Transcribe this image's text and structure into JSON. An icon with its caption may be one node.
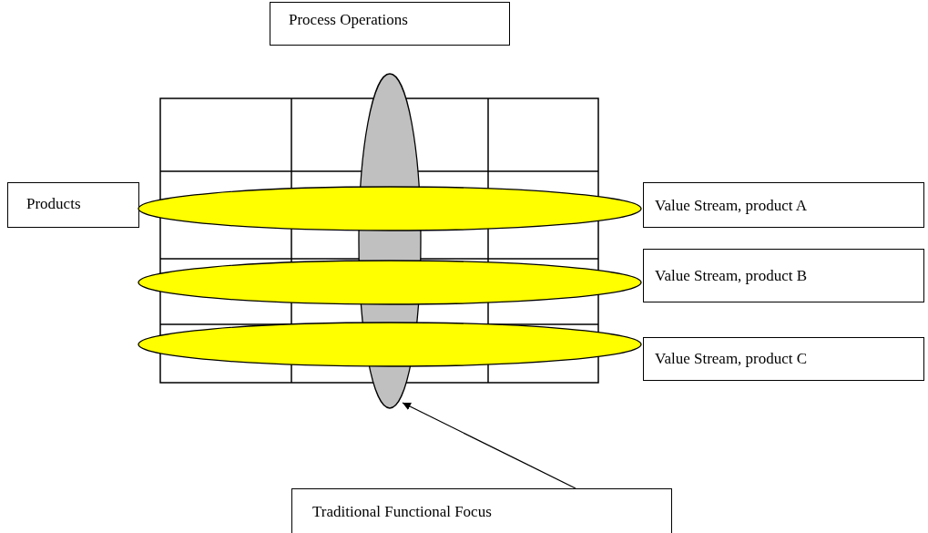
{
  "diagram": {
    "nodes": [
      {
        "text": [
          "Process Operations"
        ]
      },
      {
        "text": [],
        "shape": "ellipse"
      },
      {
        "text": [
          "Products"
        ]
      },
      {
        "text": [
          "Value Stream, product A"
        ]
      },
      {
        "text": [
          "Value Stream, product B"
        ]
      },
      {
        "text": [
          "Value Stream, product C"
        ]
      },
      {
        "text": [
          "Traditional Functional Focus"
        ]
      },
      {
        "text": [],
        "shape": "ellipse"
      },
      {
        "text": [],
        "shape": "ellipse"
      },
      {
        "text": [],
        "shape": "ellipse"
      }
    ],
    "edges": [
      {
        "from": 6,
        "to": 1,
        "arrow": "to"
      }
    ]
  }
}
